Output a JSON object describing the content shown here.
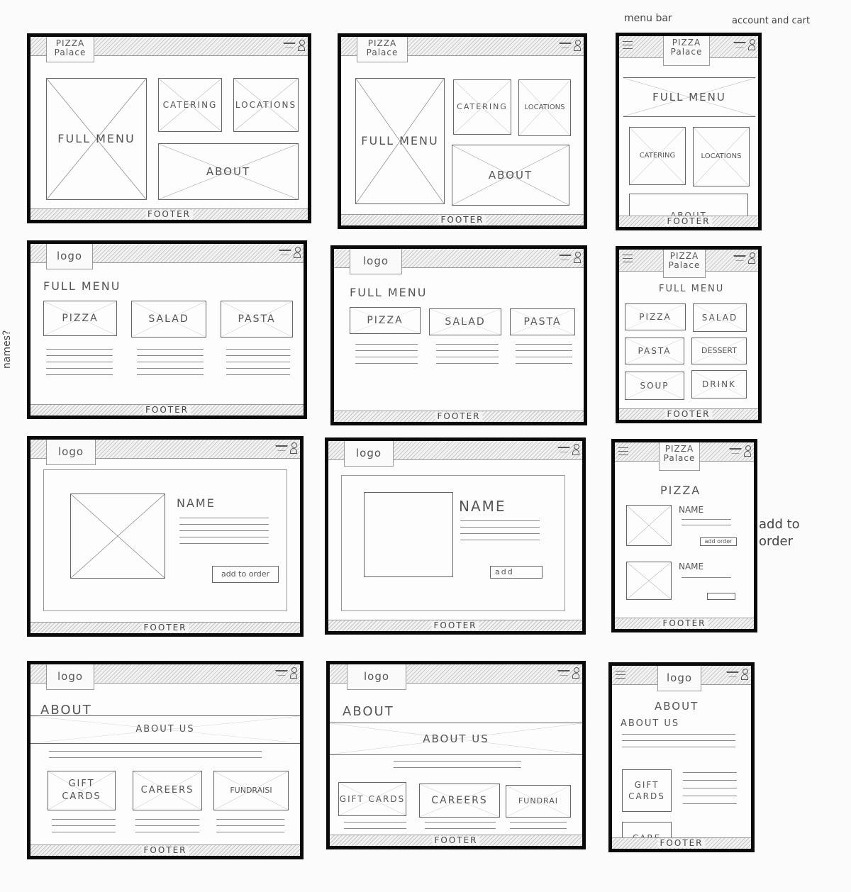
{
  "annotations": {
    "menu_bar": "menu bar",
    "account_cart": "account and cart",
    "names": "names?",
    "add_to_order": "add to order"
  },
  "brand": {
    "line1": "PIZZA",
    "line2": "Palace",
    "logo": "logo"
  },
  "footer": "FOOTER",
  "home": {
    "full_menu": "FULL MENU",
    "catering": "CATERING",
    "locations": "LOCATIONS",
    "about": "ABOUT"
  },
  "menu": {
    "title": "FULL MENU",
    "pizza": "PIZZA",
    "salad": "SALAD",
    "pasta": "PASTA",
    "dessert": "DESSERT",
    "soup": "SOUP",
    "drink": "DRINK"
  },
  "item": {
    "category": "PIZZA",
    "name": "NAME",
    "add_to_order": "add to order",
    "add": "add",
    "add_order": "add order"
  },
  "about": {
    "title": "ABOUT",
    "about_us": "ABOUT US",
    "gift_cards": "GIFT CARDS",
    "careers": "CAREERS",
    "fundraiser": "FUNDRAISI",
    "fundrai": "FUNDRAI",
    "care": "CARE"
  }
}
